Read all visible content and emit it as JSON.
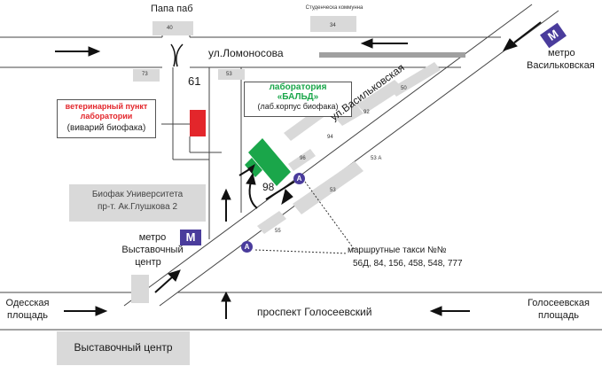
{
  "colors": {
    "road_fill": "#ffffff",
    "road_edge": "#444444",
    "building_gray": "#d9d9d9",
    "vet_red": "#e3262b",
    "lab_green": "#1aa64a",
    "metro_blue": "#4a3c9c",
    "stripe_gray": "#a0a0a0"
  },
  "labels": {
    "pub": "Папа паб",
    "student_dorm": "Студенческа коммунна",
    "lomonosova": "ул.Ломоносова",
    "vasylkivska": "ул.Васильковская",
    "holosiivskyi": "проспект Голосеевский",
    "vet_title": "ветеринарный пункт лаборатории",
    "vet_sub": "(виварий биофака)",
    "lab_title_1": "лаборатория",
    "lab_title_2": "«БАЛЬД»",
    "lab_sub": "(лаб.корпус биофака)",
    "biofac_1": "Биофак Университета",
    "biofac_2": "пр-т. Ак.Глушкова 2",
    "metro_vystav_1": "метро",
    "metro_vystav_2": "Выставочный",
    "metro_vystav_3": "центр",
    "metro_vasyl_1": "метро",
    "metro_vasyl_2": "Васильковская",
    "odesa_1": "Одесская",
    "odesa_2": "площадь",
    "holos_sq_1": "Голосеевская",
    "holos_sq_2": "площадь",
    "expo": "Выставочный центр",
    "taxi_1": "маршрутные такси №№",
    "taxi_2": "56Д, 84, 156, 458, 548, 777",
    "metro_letter": "М",
    "bus_letter": "А"
  },
  "house_numbers": {
    "n40": "40",
    "n34": "34",
    "n73": "73",
    "n61": "61",
    "n53": "53",
    "n50": "50",
    "n92": "92",
    "n94": "94",
    "n96": "96",
    "n53a": "53 А",
    "n98": "98",
    "n53b": "53",
    "n55": "55"
  }
}
